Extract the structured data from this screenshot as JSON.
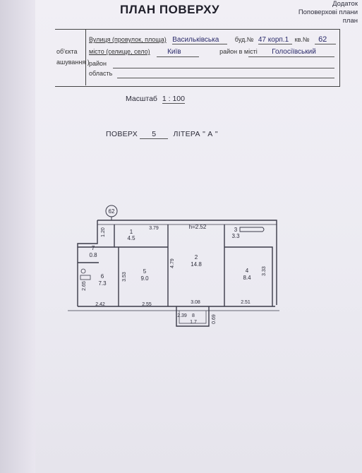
{
  "header": {
    "title": "ПЛАН ПОВЕРХУ",
    "appendix": [
      "Додаток",
      "Поповерхові плани",
      "план"
    ]
  },
  "object_label": [
    "об'єкта",
    "ашування )"
  ],
  "address": {
    "street_label": "Вулиця (провулок, площа)",
    "street_value": "Васильківська",
    "house_label": "буд.№",
    "house_value": "47 корп.1",
    "apt_label": "кв.№",
    "apt_value": "62",
    "city_label": "місто (селище, село)",
    "city_value": "Київ",
    "district_city_label": "район в місті",
    "district_city_value": "Голосіївський",
    "district_label": "район",
    "region_label": "область"
  },
  "scale": {
    "label": "Масштаб",
    "value": "1 : 100"
  },
  "floor": {
    "label": "ПОВЕРХ",
    "value": "5",
    "letter_label": "ЛІТЕРА",
    "letter_value": "\" А \""
  },
  "plan": {
    "apartment_number": "62",
    "height_label": "h=2.52",
    "rooms": [
      {
        "num": "1",
        "area": "4.5"
      },
      {
        "num": "2",
        "area": "14.8"
      },
      {
        "num": "3",
        "area": "3.3"
      },
      {
        "num": "4",
        "area": "8.4"
      },
      {
        "num": "5",
        "area": "9.0"
      },
      {
        "num": "6",
        "area": "7.3"
      },
      {
        "num": "7",
        "area": "0.8"
      },
      {
        "num": "8",
        "area": "1.7"
      }
    ],
    "dimensions": [
      "1.20",
      "3.79",
      "4.79",
      "3.53",
      "2.65",
      "2.42",
      "2.55",
      "3.08",
      "2.51",
      "3.33",
      "2.39",
      "0.69"
    ]
  }
}
